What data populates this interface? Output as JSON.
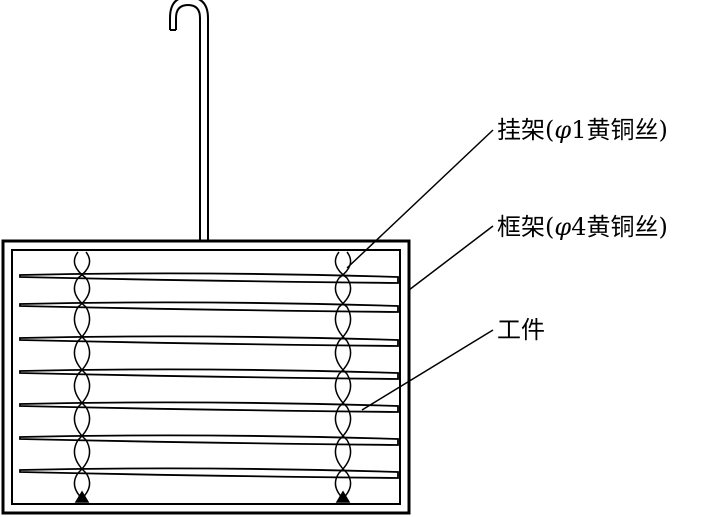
{
  "labels": {
    "hanger": {
      "prefix": "挂架(",
      "symbol": "φ",
      "suffix": "1黄铜丝)"
    },
    "frame": {
      "prefix": "框架(",
      "symbol": "φ",
      "suffix": "4黄铜丝)"
    },
    "workpiece": {
      "text": "工件"
    }
  },
  "colors": {
    "line": "#000000",
    "background": "#ffffff"
  }
}
